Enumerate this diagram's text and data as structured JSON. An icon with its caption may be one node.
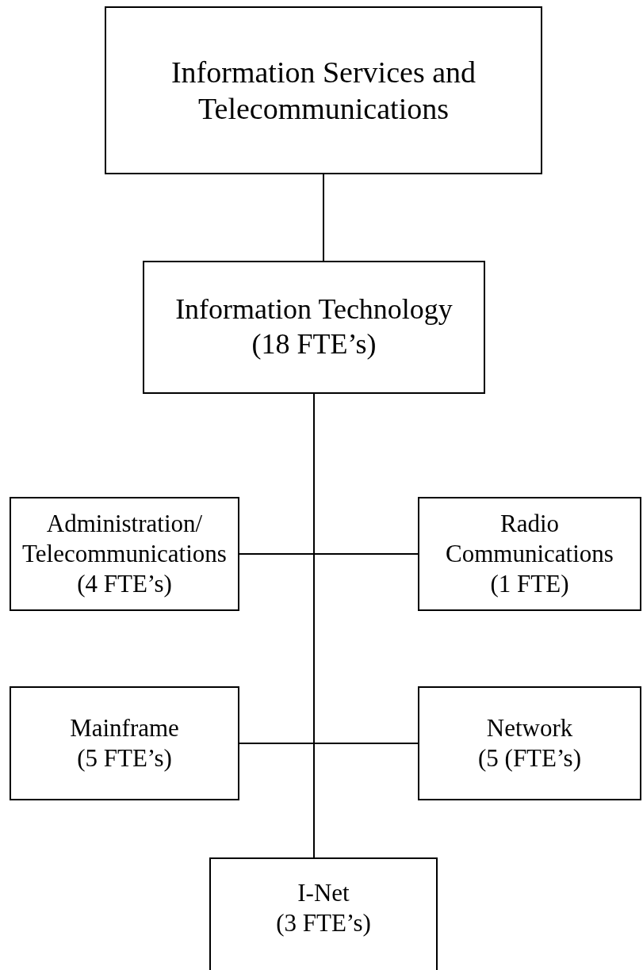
{
  "diagram": {
    "nodes": [
      {
        "text": [
          "Information Services and Telecommunications"
        ]
      },
      {
        "text": [
          "Information Technology",
          "(18 FTE’s)"
        ]
      },
      {
        "text": [
          "Administration/ Telecommunications",
          "(4 FTE’s)"
        ]
      },
      {
        "text": [
          "Radio Communications",
          "(1 FTE)"
        ]
      },
      {
        "text": [
          "Mainframe",
          "(5 FTE’s)"
        ]
      },
      {
        "text": [
          "Network",
          "(5 (FTE’s)"
        ]
      },
      {
        "text": [
          "I-Net",
          "(3 FTE’s)"
        ]
      }
    ],
    "edges": [
      {
        "from": 0,
        "to": 1,
        "arrow": "none"
      },
      {
        "from": 1,
        "to": 2,
        "arrow": "none"
      },
      {
        "from": 1,
        "to": 3,
        "arrow": "none"
      },
      {
        "from": 1,
        "to": 4,
        "arrow": "none"
      },
      {
        "from": 1,
        "to": 5,
        "arrow": "none"
      },
      {
        "from": 1,
        "to": 6,
        "arrow": "none"
      }
    ]
  }
}
